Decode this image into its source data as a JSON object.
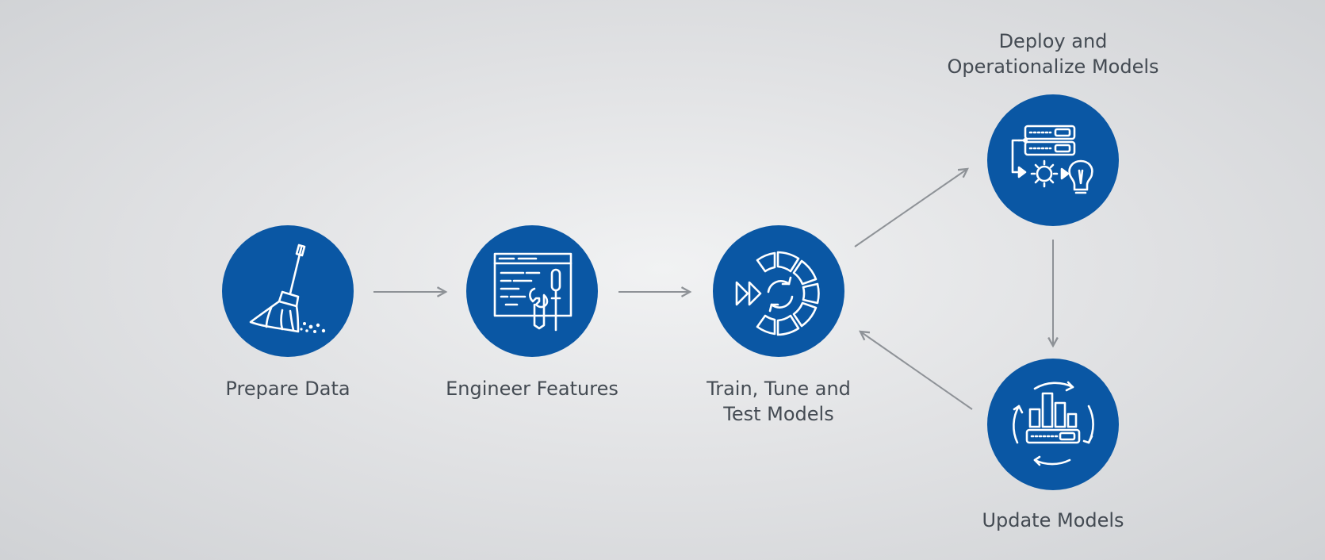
{
  "colors": {
    "node_fill": "#0a57a4",
    "icon_stroke": "#ffffff",
    "arrow": "#8e9297",
    "label_text": "#444b53"
  },
  "nodes": [
    {
      "id": "prepare-data",
      "label": "Prepare Data",
      "icon": "broom-icon"
    },
    {
      "id": "engineer-features",
      "label": "Engineer Features",
      "icon": "code-window-tools-icon"
    },
    {
      "id": "train-tune-test",
      "label": "Train, Tune and\nTest Models",
      "icon": "cycle-segments-icon"
    },
    {
      "id": "deploy",
      "label": "Deploy and\nOperationalize Models",
      "icon": "server-gear-bulb-icon"
    },
    {
      "id": "update-models",
      "label": "Update Models",
      "icon": "chart-refresh-icon"
    }
  ],
  "edges": [
    {
      "from": "prepare-data",
      "to": "engineer-features"
    },
    {
      "from": "engineer-features",
      "to": "train-tune-test"
    },
    {
      "from": "train-tune-test",
      "to": "deploy"
    },
    {
      "from": "deploy",
      "to": "update-models"
    },
    {
      "from": "update-models",
      "to": "train-tune-test"
    }
  ]
}
